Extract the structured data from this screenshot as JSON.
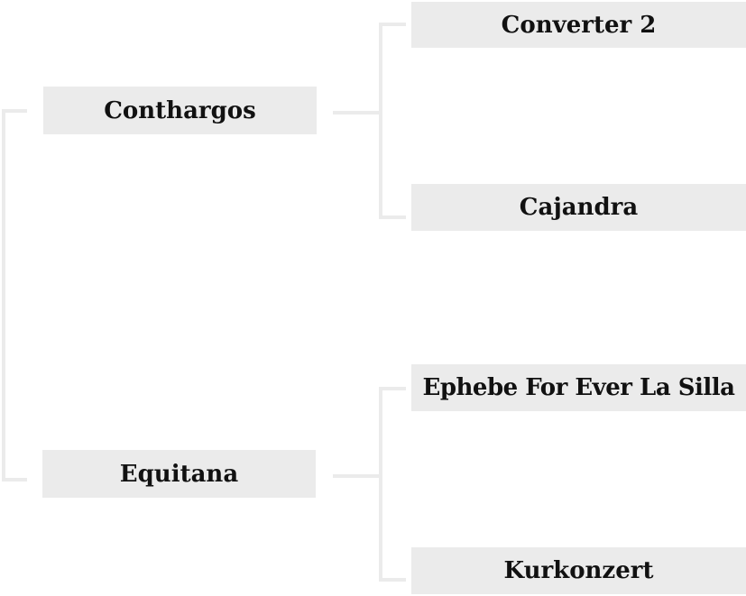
{
  "tree": {
    "root": {
      "children": [
        {
          "label": "Conthargos",
          "children": [
            {
              "label": "Converter 2"
            },
            {
              "label": "Cajandra"
            }
          ]
        },
        {
          "label": "Equitana",
          "children": [
            {
              "label": "Ephebe For Ever La Silla"
            },
            {
              "label": "Kurkonzert"
            }
          ]
        }
      ]
    }
  },
  "colors": {
    "node_fill": "#ebebeb",
    "connector": "#ebebeb",
    "text": "#111111",
    "background": "#ffffff"
  }
}
